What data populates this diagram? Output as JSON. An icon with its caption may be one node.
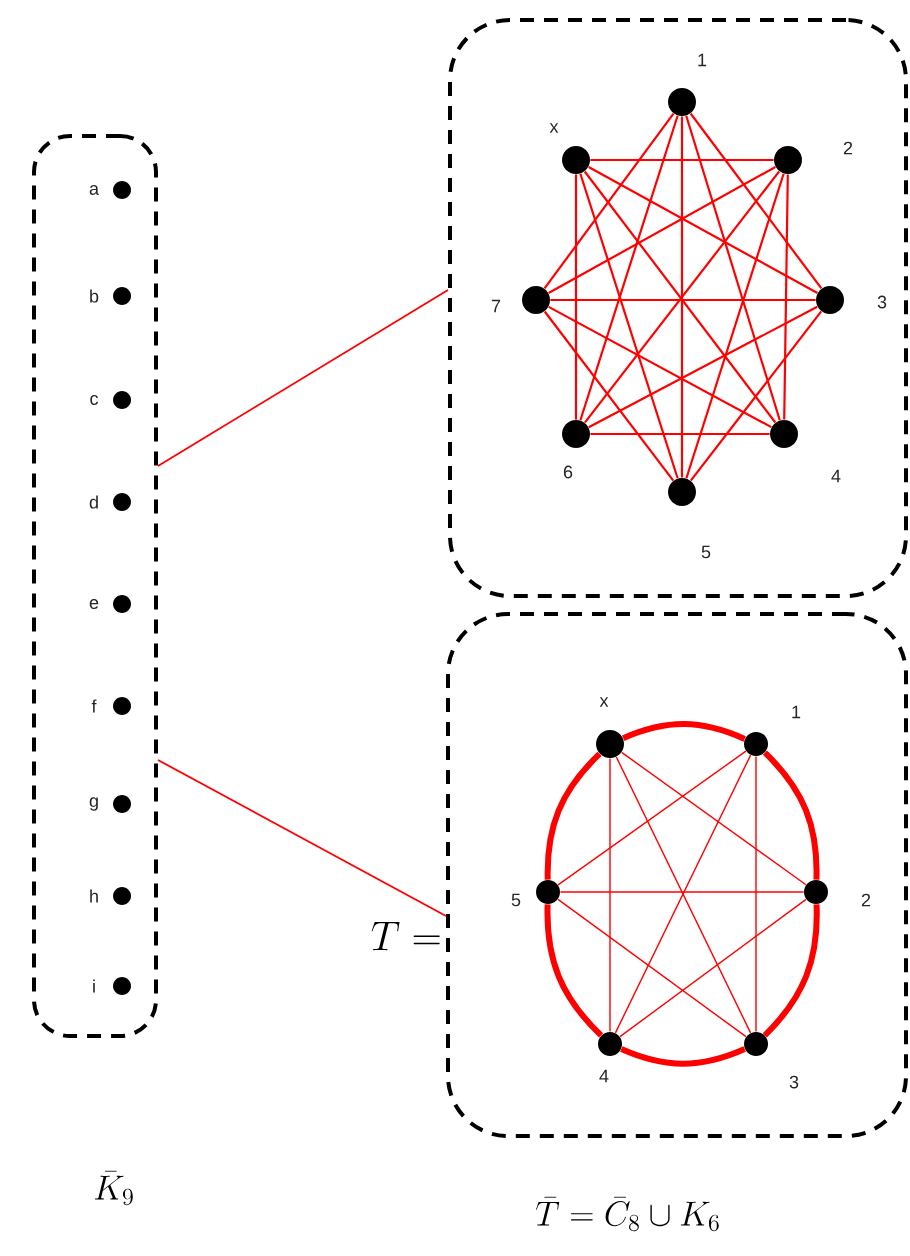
{
  "diagram": {
    "nodes": [
      {
        "text": [],
        "shape": "box"
      },
      {
        "text": [
          "a"
        ],
        "in": 0
      },
      {
        "text": [
          "b"
        ],
        "in": 0
      },
      {
        "text": [
          "c"
        ],
        "in": 0
      },
      {
        "text": [
          "d"
        ],
        "in": 0
      },
      {
        "text": [
          "e"
        ],
        "in": 0
      },
      {
        "text": [
          "f"
        ],
        "in": 0
      },
      {
        "text": [
          "g"
        ],
        "in": 0
      },
      {
        "text": [
          "h"
        ],
        "in": 0
      },
      {
        "text": [
          "i"
        ],
        "in": 0
      },
      {
        "text": [],
        "shape": "box"
      },
      {
        "text": [
          "x"
        ],
        "in": 10
      },
      {
        "text": [
          "1"
        ],
        "in": 10
      },
      {
        "text": [
          "2"
        ],
        "in": 10
      },
      {
        "text": [
          "3"
        ],
        "in": 10
      },
      {
        "text": [
          "4"
        ],
        "in": 10
      },
      {
        "text": [
          "5"
        ],
        "in": 10
      },
      {
        "text": [
          "6"
        ],
        "in": 10
      },
      {
        "text": [
          "7"
        ],
        "in": 10
      },
      {
        "text": [],
        "shape": "box"
      },
      {
        "text": [
          "x"
        ],
        "in": 19
      },
      {
        "text": [
          "1"
        ],
        "in": 19
      },
      {
        "text": [
          "2"
        ],
        "in": 19
      },
      {
        "text": [
          "3"
        ],
        "in": 19
      },
      {
        "text": [
          "4"
        ],
        "in": 19
      },
      {
        "text": [
          "5"
        ],
        "in": 19
      }
    ],
    "edges": [
      {
        "from": 0,
        "to": 10,
        "arrow": "none"
      },
      {
        "from": 0,
        "to": 19,
        "arrow": "none"
      },
      {
        "from": 11,
        "to": 13,
        "arrow": "none"
      },
      {
        "from": 11,
        "to": 14,
        "arrow": "none"
      },
      {
        "from": 11,
        "to": 15,
        "arrow": "none"
      },
      {
        "from": 11,
        "to": 16,
        "arrow": "none"
      },
      {
        "from": 11,
        "to": 17,
        "arrow": "none"
      },
      {
        "from": 12,
        "to": 14,
        "arrow": "none"
      },
      {
        "from": 12,
        "to": 15,
        "arrow": "none"
      },
      {
        "from": 12,
        "to": 16,
        "arrow": "none"
      },
      {
        "from": 12,
        "to": 17,
        "arrow": "none"
      },
      {
        "from": 12,
        "to": 18,
        "arrow": "none"
      },
      {
        "from": 13,
        "to": 15,
        "arrow": "none"
      },
      {
        "from": 13,
        "to": 16,
        "arrow": "none"
      },
      {
        "from": 13,
        "to": 17,
        "arrow": "none"
      },
      {
        "from": 13,
        "to": 18,
        "arrow": "none"
      },
      {
        "from": 14,
        "to": 16,
        "arrow": "none"
      },
      {
        "from": 14,
        "to": 17,
        "arrow": "none"
      },
      {
        "from": 14,
        "to": 18,
        "arrow": "none"
      },
      {
        "from": 15,
        "to": 17,
        "arrow": "none"
      },
      {
        "from": 15,
        "to": 18,
        "arrow": "none"
      },
      {
        "from": 16,
        "to": 18,
        "arrow": "none"
      },
      {
        "from": 20,
        "to": 21,
        "arrow": "none",
        "style": "thick"
      },
      {
        "from": 21,
        "to": 22,
        "arrow": "none",
        "style": "thick"
      },
      {
        "from": 22,
        "to": 23,
        "arrow": "none",
        "style": "thick"
      },
      {
        "from": 23,
        "to": 24,
        "arrow": "none",
        "style": "thick"
      },
      {
        "from": 24,
        "to": 25,
        "arrow": "none",
        "style": "thick"
      },
      {
        "from": 25,
        "to": 20,
        "arrow": "none",
        "style": "thick"
      },
      {
        "from": 20,
        "to": 22,
        "arrow": "none"
      },
      {
        "from": 20,
        "to": 23,
        "arrow": "none"
      },
      {
        "from": 20,
        "to": 24,
        "arrow": "none"
      },
      {
        "from": 21,
        "to": 23,
        "arrow": "none"
      },
      {
        "from": 21,
        "to": 24,
        "arrow": "none"
      },
      {
        "from": 21,
        "to": 25,
        "arrow": "none"
      },
      {
        "from": 22,
        "to": 24,
        "arrow": "none"
      },
      {
        "from": 22,
        "to": 25,
        "arrow": "none"
      },
      {
        "from": 23,
        "to": 25,
        "arrow": "none"
      }
    ],
    "labels": [
      "T =",
      "\\bar{K}_9",
      "\\bar{T} = \\bar{C}_8 \\cup K_6"
    ]
  }
}
